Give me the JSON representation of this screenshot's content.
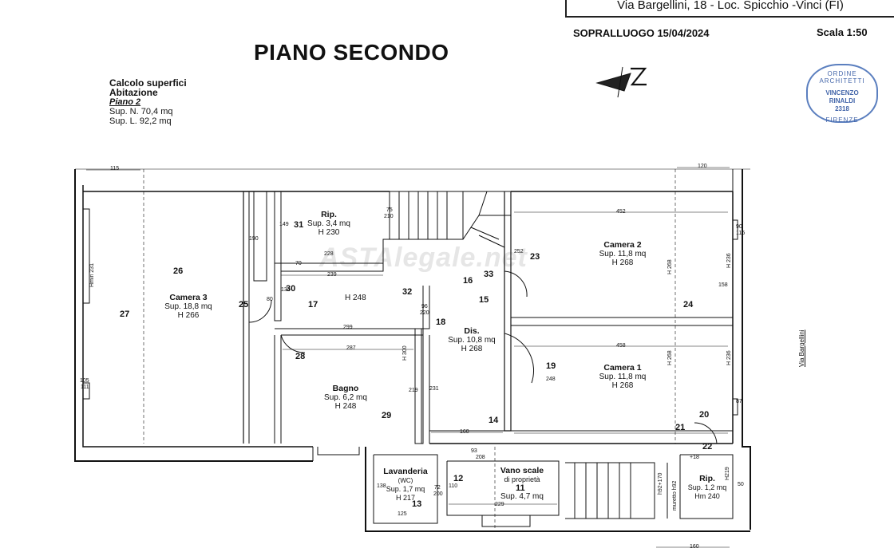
{
  "header": {
    "address": "Via Bargellini, 18 - Loc. Spicchio -Vinci (FI)",
    "survey": "SOPRALLUOGO 15/04/2024",
    "scale": "Scala 1:50",
    "title": "PIANO SECONDO"
  },
  "surfaces": {
    "heading": "Calcolo superfici",
    "sub": "Abitazione",
    "floor": "Piano 2",
    "net": "Sup. N. 70,4 mq",
    "gross": "Sup. L. 92,2 mq"
  },
  "stamp": {
    "top": "ORDINE ARCHITETTI",
    "name1": "VINCENZO",
    "name2": "RINALDI",
    "num": "2318",
    "bottom": "FIRENZE"
  },
  "street_label": "Via Bargellini",
  "watermark": "ASTAlegale.net",
  "rooms": {
    "camera3": {
      "name": "Camera 3",
      "sup": "Sup. 18,8 mq",
      "h": "H 266"
    },
    "rip1": {
      "name": "Rip.",
      "sup": "Sup. 3,4 mq",
      "h": "H 230"
    },
    "camera2": {
      "name": "Camera 2",
      "sup": "Sup. 11,8 mq",
      "h": "H 268"
    },
    "dis": {
      "name": "Dis.",
      "sup": "Sup. 10,8 mq",
      "h": "H 268"
    },
    "camera1": {
      "name": "Camera 1",
      "sup": "Sup. 11,8 mq",
      "h": "H 268"
    },
    "bagno": {
      "name": "Bagno",
      "sup": "Sup. 6,2 mq",
      "h": "H 248"
    },
    "lavanderia": {
      "name": "Lavanderia",
      "note": "(WC)",
      "sup": "Sup. 1,7 mq",
      "h": "H 217"
    },
    "vano": {
      "name": "Vano scale",
      "note": "di proprietà",
      "sup": "Sup. 4,7 mq"
    },
    "rip2": {
      "name": "Rip.",
      "sup": "Sup. 1,2 mq",
      "h": "Hm 240"
    }
  },
  "heights": {
    "corridor": "H 248",
    "hmin": "Hmin 231",
    "h268a": "H 268",
    "h236a": "H 236",
    "h268b": "H 268",
    "h236b": "H 236",
    "h300": "H 300",
    "h219": "H219",
    "h192": "h92+170",
    "muretto": "muretto h92"
  },
  "markers": [
    "31",
    "26",
    "27",
    "25",
    "30",
    "17",
    "32",
    "16",
    "33",
    "23",
    "15",
    "18",
    "24",
    "28",
    "19",
    "29",
    "14",
    "20",
    "21",
    "22",
    "12",
    "11",
    "13"
  ],
  "dims": {
    "d115": "115",
    "d120": "120",
    "d452": "452",
    "d90": "90",
    "d116": "116",
    "d75": "75",
    "d210": "210",
    "d149": "149",
    "d190": "190",
    "d228": "228",
    "d70": "70",
    "d239": "239",
    "d80": "80",
    "d134": "134",
    "d252": "252",
    "d96": "96",
    "d220": "220",
    "d299": "299",
    "d287": "287",
    "d458": "458",
    "d219": "219",
    "d231": "231",
    "d160": "160",
    "d105": "105",
    "d111": "111",
    "d87": "87",
    "d125": "125",
    "d229": "229",
    "d138": "138",
    "d72": "72",
    "d200": "200",
    "d110": "110",
    "d93": "93",
    "d208": "208",
    "d18": "+18",
    "d50": "50",
    "d160b": "160",
    "d158": "158",
    "d248": "248"
  }
}
